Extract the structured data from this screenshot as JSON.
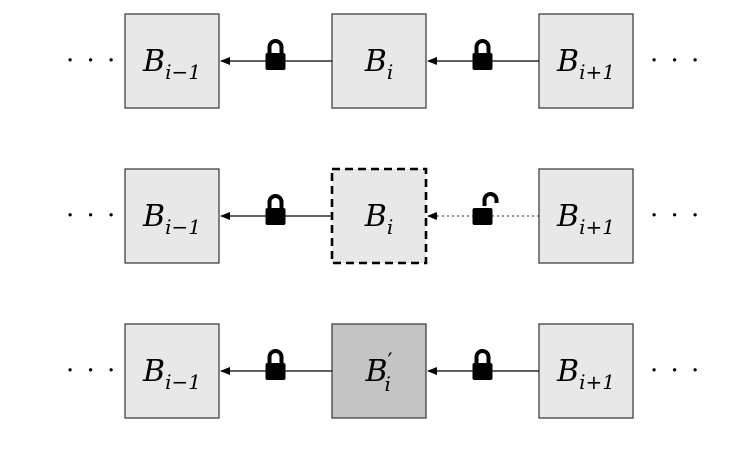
{
  "ellipsis": "· · ·",
  "rows": [
    {
      "blocks": [
        {
          "base": "B",
          "sub": "i−1",
          "prime": "",
          "style": "normal"
        },
        {
          "base": "B",
          "sub": "i",
          "prime": "",
          "style": "normal"
        },
        {
          "base": "B",
          "sub": "i+1",
          "prime": "",
          "style": "normal"
        }
      ],
      "links": [
        {
          "lock": "locked",
          "line": "solid"
        },
        {
          "lock": "locked",
          "line": "solid"
        }
      ]
    },
    {
      "blocks": [
        {
          "base": "B",
          "sub": "i−1",
          "prime": "",
          "style": "normal"
        },
        {
          "base": "B",
          "sub": "i",
          "prime": "",
          "style": "dashed"
        },
        {
          "base": "B",
          "sub": "i+1",
          "prime": "",
          "style": "normal"
        }
      ],
      "links": [
        {
          "lock": "locked",
          "line": "solid"
        },
        {
          "lock": "unlocked",
          "line": "dotted"
        }
      ]
    },
    {
      "blocks": [
        {
          "base": "B",
          "sub": "i−1",
          "prime": "",
          "style": "normal"
        },
        {
          "base": "B",
          "sub": "i",
          "prime": "′",
          "style": "modified"
        },
        {
          "base": "B",
          "sub": "i+1",
          "prime": "",
          "style": "normal"
        }
      ],
      "links": [
        {
          "lock": "locked",
          "line": "solid"
        },
        {
          "lock": "locked",
          "line": "solid"
        }
      ]
    }
  ],
  "colors": {
    "block_fill": "#e8e8e8",
    "modified_fill": "#c4c4c4",
    "stroke": "#333333",
    "ink": "#000000"
  }
}
